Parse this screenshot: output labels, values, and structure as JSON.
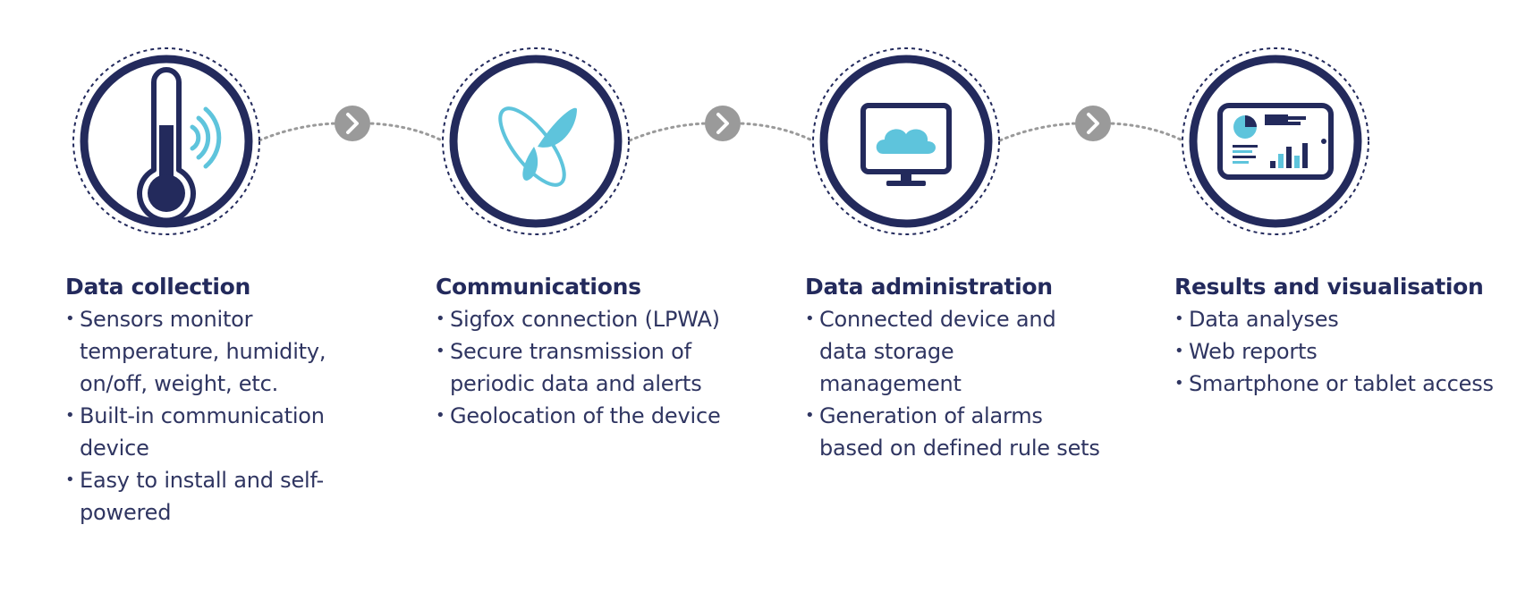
{
  "colors": {
    "navy": "#232a5c",
    "accent_blue": "#5ec4dc",
    "arrow_gray": "#9a9a9a",
    "text": "#2f3561"
  },
  "steps": [
    {
      "icon": "thermometer-sensor-icon",
      "title": "Data collection",
      "bullets": [
        "Sensors monitor temperature, humidity, on/off, weight, etc.",
        "Built-in communication device",
        "Easy to install and self-powered"
      ]
    },
    {
      "icon": "sigfox-logo-icon",
      "title": "Communications",
      "bullets": [
        "Sigfox connection (LPWA)",
        "Secure transmission of periodic data and alerts",
        "Geolocation of the device"
      ]
    },
    {
      "icon": "cloud-monitor-icon",
      "title": "Data administration",
      "bullets": [
        "Connected device and data storage management",
        "Generation of alarms based on defined rule sets"
      ]
    },
    {
      "icon": "tablet-dashboard-icon",
      "title": "Results and visualisation",
      "bullets": [
        "Data analyses",
        "Web reports",
        "Smartphone or tablet access"
      ]
    }
  ],
  "connectors": [
    {
      "from": "Data collection",
      "to": "Communications",
      "icon": "chevron-right-icon"
    },
    {
      "from": "Communications",
      "to": "Data administration",
      "icon": "chevron-right-icon"
    },
    {
      "from": "Data administration",
      "to": "Results and visualisation",
      "icon": "chevron-right-icon"
    }
  ]
}
